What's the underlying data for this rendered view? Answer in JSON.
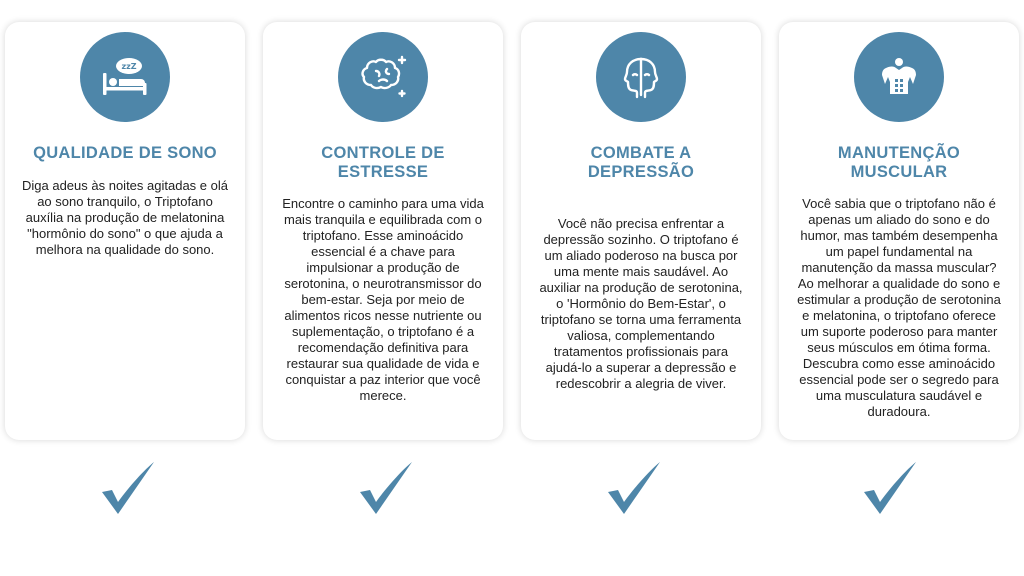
{
  "colors": {
    "accent": "#4e86a9",
    "text": "#222222",
    "card_bg": "#ffffff"
  },
  "cards": [
    {
      "icon": "sleeping-bed-icon",
      "title": "QUALIDADE DE SONO",
      "text": "Diga adeus às noites agitadas e olá ao sono tranquilo, o Triptofano auxília na produção de melatonina \"hormônio do sono\" o que ajuda a melhora na qualidade do sono."
    },
    {
      "icon": "brain-sparkle-icon",
      "title": "CONTROLE DE ESTRESSE",
      "text": "Encontre o caminho para uma vida mais tranquila e equilibrada com o triptofano. Esse aminoácido essencial é a chave para impulsionar a produção de serotonina, o neurotransmissor do bem-estar. Seja por meio de alimentos ricos nesse nutriente ou suplementação, o triptofano é a recomendação definitiva para restaurar sua qualidade de vida e conquistar a paz interior que você merece."
    },
    {
      "icon": "two-faces-icon",
      "title": "COMBATE A DEPRESSÃO",
      "text": "Você não precisa enfrentar a depressão sozinho. O triptofano é um aliado poderoso na busca por uma mente mais saudável. Ao auxiliar na produção de serotonina, o 'Hormônio do Bem-Estar', o triptofano se torna uma ferramenta valiosa, complementando tratamentos profissionais para ajudá-lo a superar a depressão e redescobrir a alegria de viver."
    },
    {
      "icon": "muscle-torso-icon",
      "title": "MANUTENÇÃO MUSCULAR",
      "text": "Você sabia que o triptofano não é apenas um aliado do sono e do humor, mas também desempenha um papel fundamental na manutenção da massa muscular? Ao melhorar a qualidade do sono e estimular a produção de serotonina e melatonina, o triptofano oferece um suporte poderoso para manter seus músculos em ótima forma. Descubra como esse aminoácido essencial pode ser o segredo para uma musculatura saudável e duradoura."
    }
  ],
  "checkmark_icon": "checkmark-icon"
}
